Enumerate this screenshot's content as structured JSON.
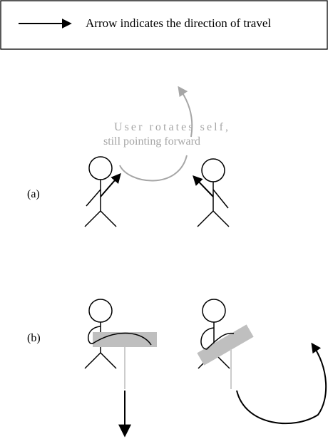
{
  "legend": {
    "text": "Arrow indicates the direction of travel"
  },
  "panel_a": {
    "label": "(a)",
    "annotation_line1": "User rotates self,",
    "annotation_line2": "still pointing forward"
  },
  "panel_b": {
    "label": "(b)"
  },
  "colors": {
    "ink": "#000000",
    "annotation_gray": "#a6a6a6",
    "board_gray": "#bfbfbf",
    "pole_gray": "#cccccc",
    "background": "#ffffff"
  }
}
